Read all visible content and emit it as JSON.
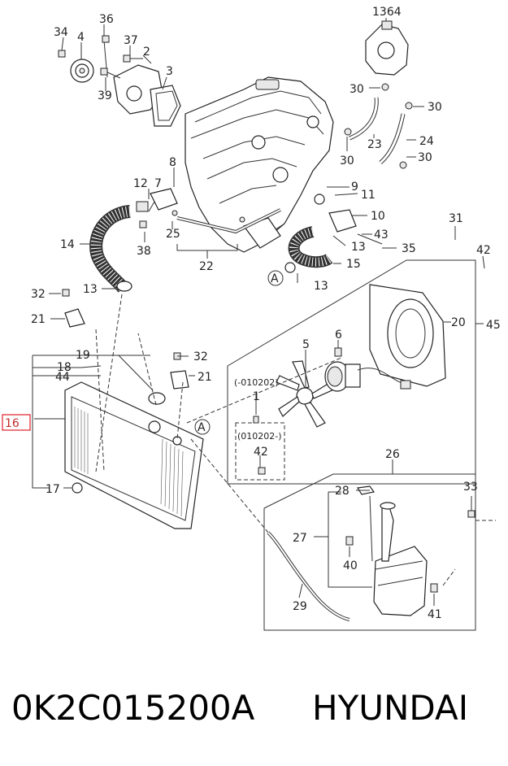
{
  "callouts": {
    "c1364": "1364",
    "c36": "36",
    "c34": "34",
    "c4": "4",
    "c37": "37",
    "c2": "2",
    "c3": "3",
    "c39": "39",
    "c30a": "30",
    "c30b": "30",
    "c30c": "30",
    "c30d": "30",
    "c23": "23",
    "c24": "24",
    "c8": "8",
    "c12": "12",
    "c7": "7",
    "c9": "9",
    "c11": "11",
    "c10": "10",
    "c43": "43",
    "c35": "35",
    "c14": "14",
    "c38": "38",
    "c25": "25",
    "c22": "22",
    "c13a": "13",
    "c13b": "13",
    "c13c": "13",
    "c15": "15",
    "c31": "31",
    "c42a": "42",
    "c32a": "32",
    "c21a": "21",
    "c20": "20",
    "c45": "45",
    "c19": "19",
    "c18": "18",
    "c44": "44",
    "c32b": "32",
    "c21b": "21",
    "c5": "5",
    "c6": "6",
    "c1": "1",
    "c42b": "42",
    "c16": "16",
    "c17": "17",
    "c26": "26",
    "c33": "33",
    "c28": "28",
    "c27": "27",
    "c40": "40",
    "c29": "29",
    "c41": "41",
    "note1": "(-010202)",
    "note2": "(010202-)",
    "refA1": "A",
    "refA2": "A"
  },
  "highlight_color": "#e0202a",
  "footer": {
    "part_number": "0K2C015200A",
    "brand": "HYUNDAI"
  }
}
